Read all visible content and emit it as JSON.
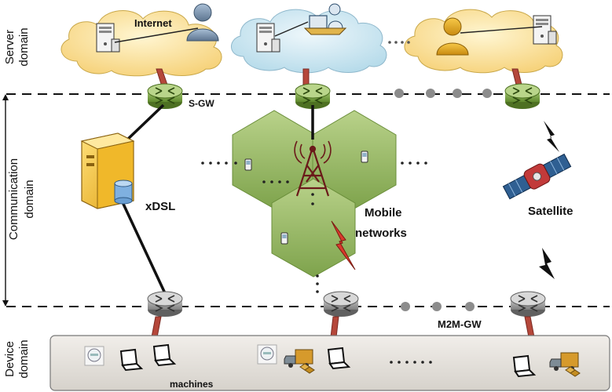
{
  "domains": {
    "server": {
      "line1": "Server",
      "line2": "domain"
    },
    "communication": {
      "line1": "Communication",
      "line2": "domain"
    },
    "device": {
      "line1": "Device",
      "line2": "domain"
    }
  },
  "labels": {
    "internet": "Internet",
    "sgw": "S-GW",
    "xdsl": "xDSL",
    "mobile_line1": "Mobile",
    "mobile_line2": "networks",
    "satellite": "Satellite",
    "m2mgw": "M2M-GW",
    "machines": "machines"
  },
  "colors": {
    "cloud_fill": "#fbe39c",
    "cloud_fill_blue": "#cfe6f2",
    "router_green": "#7fa54a",
    "router_grey": "#9a9a9a",
    "hex_green": "#8db05a",
    "link_red": "#b5473a",
    "device_bar": "#e4e1dc",
    "server_yellow": "#f3c232"
  }
}
